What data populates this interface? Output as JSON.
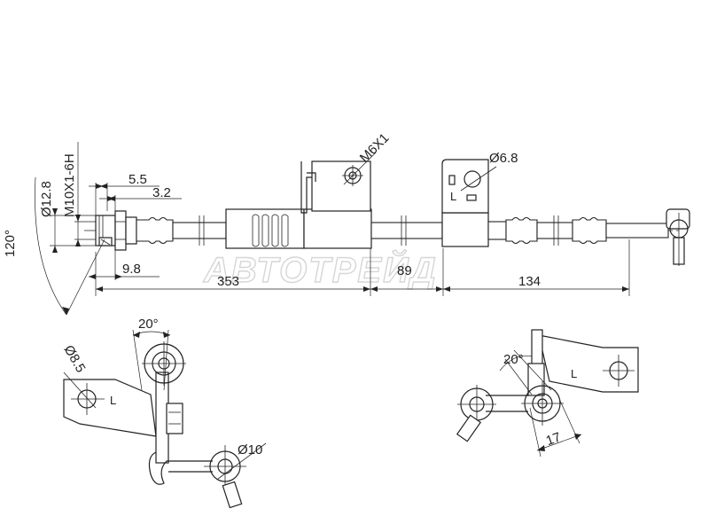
{
  "watermark": "АВТОТРЕЙД",
  "colors": {
    "line": "#222222",
    "watermark": "#d6d6d6",
    "background": "#ffffff"
  },
  "dimensions": {
    "thread": "M10X1-6H",
    "diameter_fitting": "Ø12.8",
    "dim_5_5": "5.5",
    "dim_3_2": "3.2",
    "dim_9_8": "9.8",
    "dim_353": "353",
    "dim_89": "89",
    "dim_134": "134",
    "angle_120": "120°",
    "bolt_thread": "M6X1",
    "hole_6_8": "Ø6.8",
    "hole_8_5": "Ø8.5",
    "banjo_10": "Ø10",
    "angle_left_20": "20°",
    "angle_right_20": "20°",
    "dim_17": "17"
  },
  "marks": {
    "l_left_bracket": "L",
    "l_top_bracket": "L",
    "l_right_bracket": "L"
  }
}
